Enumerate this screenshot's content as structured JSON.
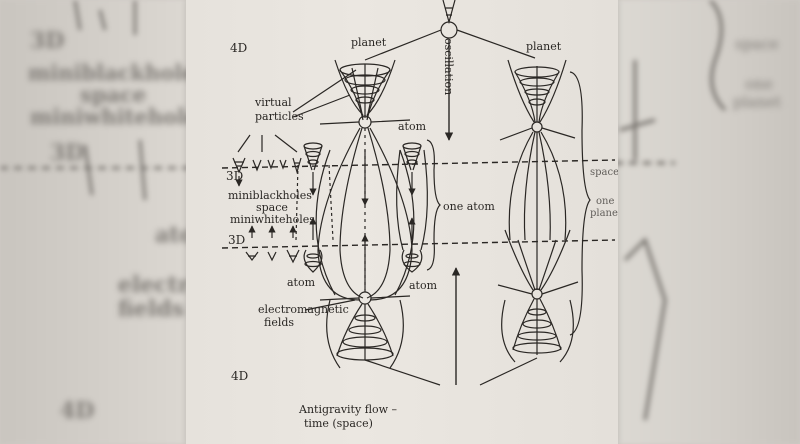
{
  "diagram": {
    "labels": {
      "dim_4d_top": "4D",
      "dim_4d_bottom": "4D",
      "dim_3d_upper": "3D",
      "dim_3d_lower": "3D",
      "planet_left": "planet",
      "planet_right": "planet",
      "oscillation": "oscillation",
      "virtual_line1": "virtual",
      "virtual_line2": "particles",
      "atom_top": "atom",
      "miniblackholes": "miniblackholes",
      "space_mid": "space",
      "miniwhiteholes": "miniwhiteholes",
      "one_atom": "one atom",
      "atom_bottom_left": "atom",
      "atom_bottom_right": "atom",
      "em_line1": "electromagnetic",
      "em_line2": "fields",
      "antigravity_line1": "Antigravity flow –",
      "antigravity_line2": "time (space)",
      "space_right": "space",
      "one_planet_line1": "one",
      "one_planet_line2": "planet"
    }
  },
  "background": {
    "left": {
      "miniblackholes": "miniblackholes",
      "space": "space",
      "miniwhiteholes": "miniwhiteholes",
      "dim_3d": "3D",
      "atom": "atom",
      "electro": "electro",
      "fields": "fields",
      "dim_4d": "4D"
    },
    "right": {
      "space": "space",
      "one": "one",
      "planet": "planet"
    }
  }
}
